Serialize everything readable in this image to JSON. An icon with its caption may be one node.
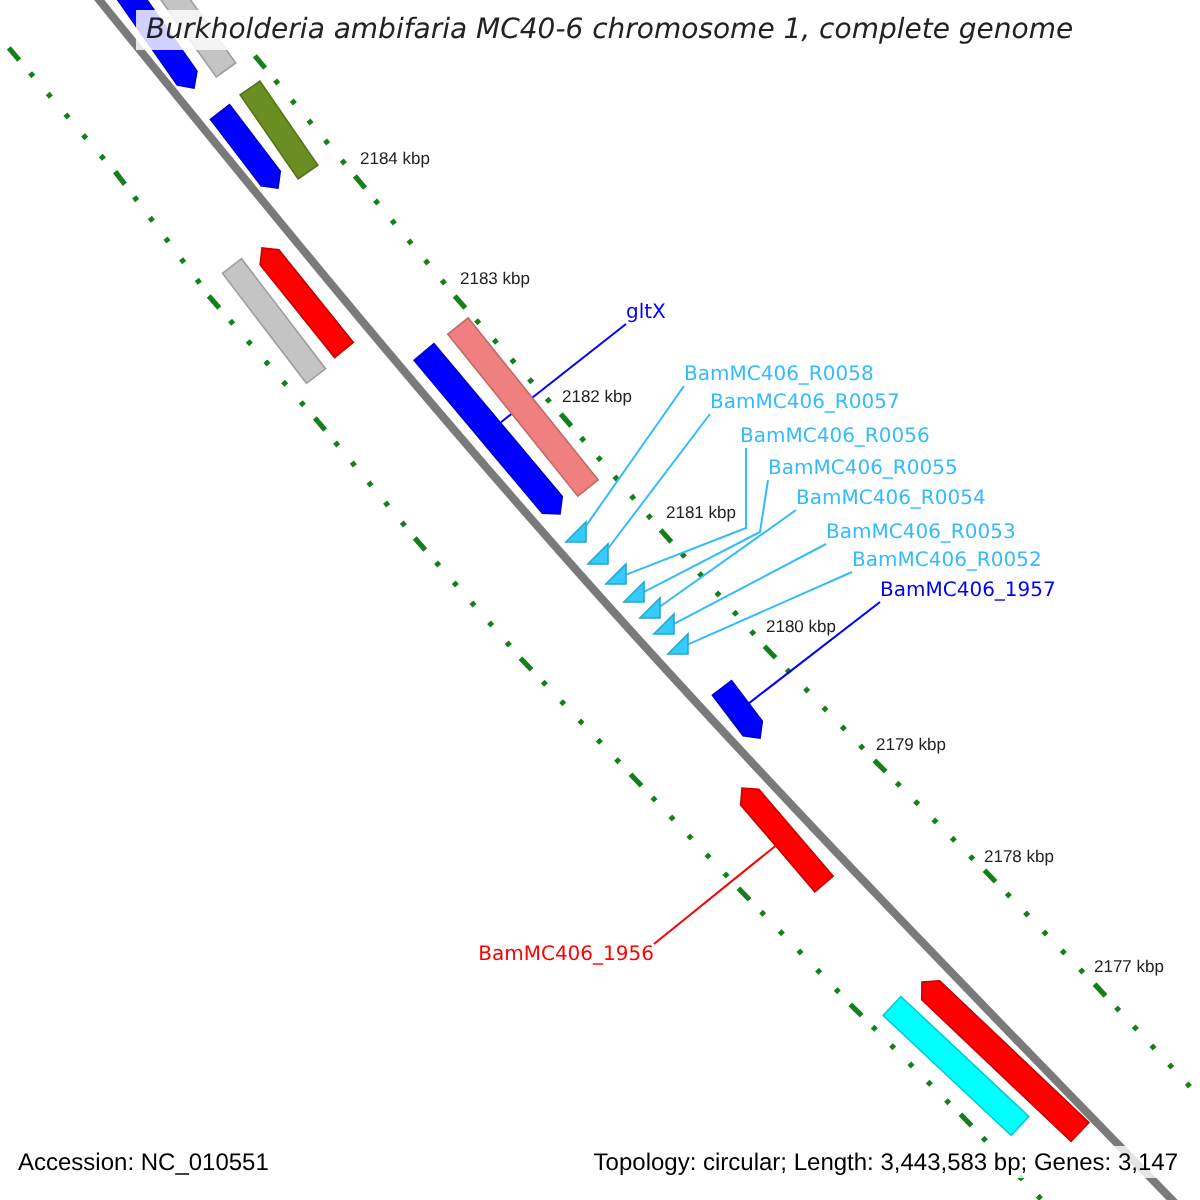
{
  "diagram": {
    "title": "Burkholderia ambifaria MC40-6 chromosome 1, complete genome",
    "nodes": [
      {
        "text": [
          "gltX"
        ]
      },
      {
        "text": [
          "BamMC406_R0058"
        ]
      },
      {
        "text": [
          "BamMC406_R0057"
        ]
      },
      {
        "text": [
          "BamMC406_R0056"
        ]
      },
      {
        "text": [
          "BamMC406_R0055"
        ]
      },
      {
        "text": [
          "BamMC406_R0054"
        ]
      },
      {
        "text": [
          "BamMC406_R0053"
        ]
      },
      {
        "text": [
          "BamMC406_R0052"
        ]
      },
      {
        "text": [
          "BamMC406_1957"
        ]
      },
      {
        "text": [
          "BamMC406_1956"
        ]
      },
      {
        "text": [],
        "shape": "bar"
      },
      {
        "text": [],
        "shape": "bar"
      },
      {
        "text": [],
        "shape": "bar"
      },
      {
        "text": [],
        "shape": "bar"
      },
      {
        "text": [],
        "shape": "bar"
      },
      {
        "text": [],
        "shape": "bar"
      },
      {
        "text": [],
        "shape": "bar"
      },
      {
        "text": [],
        "shape": "bar"
      },
      {
        "text": [],
        "shape": "triangle"
      },
      {
        "text": [],
        "shape": "triangle"
      },
      {
        "text": [],
        "shape": "triangle"
      },
      {
        "text": [],
        "shape": "triangle"
      },
      {
        "text": [],
        "shape": "triangle"
      },
      {
        "text": [],
        "shape": "triangle"
      },
      {
        "text": [],
        "shape": "triangle"
      },
      {
        "text": [],
        "shape": "bar"
      },
      {
        "text": [],
        "shape": "bar"
      },
      {
        "text": [],
        "shape": "bar"
      },
      {
        "text": [],
        "shape": "bar"
      }
    ],
    "edges": [
      {
        "from": 0,
        "to": 17,
        "arrow": "none",
        "color": "#0000ff"
      },
      {
        "from": 1,
        "to": 18,
        "arrow": "none"
      },
      {
        "from": 2,
        "to": 19,
        "arrow": "none"
      },
      {
        "from": 3,
        "to": 20,
        "arrow": "none"
      },
      {
        "from": 4,
        "to": 21,
        "arrow": "none"
      },
      {
        "from": 5,
        "to": 22,
        "arrow": "none"
      },
      {
        "from": 6,
        "to": 23,
        "arrow": "none"
      },
      {
        "from": 7,
        "to": 24,
        "arrow": "none"
      },
      {
        "from": 8,
        "to": 25,
        "arrow": "none",
        "color": "#0000ff"
      },
      {
        "from": 9,
        "to": 26,
        "arrow": "none",
        "color": "#ff0000"
      }
    ],
    "labels": [
      "2184 kbp",
      "2183 kbp",
      "2182 kbp",
      "2181 kbp",
      "2180 kbp",
      "2179 kbp",
      "2178 kbp",
      "2177 kbp",
      "Accession: NC_010551",
      "Topology: circular; Length: 3,443,583 bp; Genes: 3,147"
    ]
  }
}
